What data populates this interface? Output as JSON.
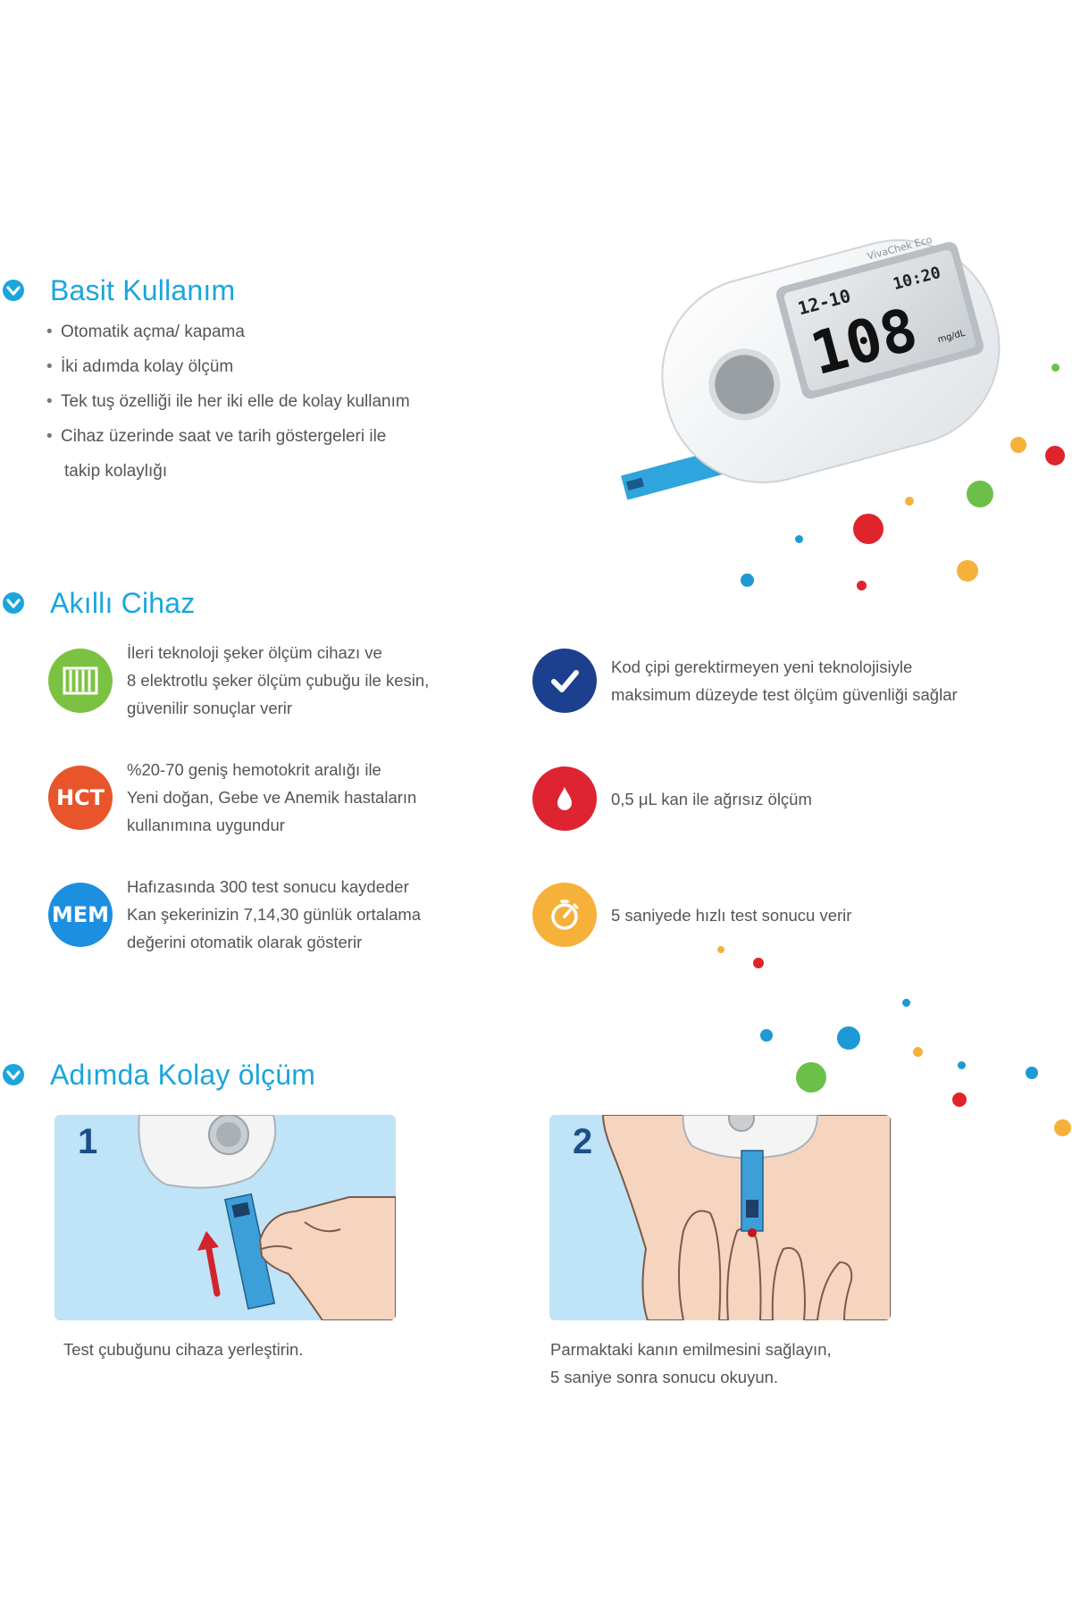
{
  "sections": {
    "basic": {
      "title": "Basit Kullanım",
      "bullets": [
        "Otomatik açma/ kapama",
        "İki adımda kolay ölçüm",
        "Tek tuş özelliği ile her iki elle de kolay kullanım",
        "Cihaz üzerinde saat ve tarih göstergeleri ile"
      ],
      "bullet_continuation": "takip kolaylığı"
    },
    "smart": {
      "title": "Akıllı Cihaz",
      "features": [
        {
          "icon": "strip-electrode-icon",
          "color": "#7cc242",
          "lines": [
            "İleri teknoloji şeker ölçüm cihazı ve",
            "8 elektrotlu şeker ölçüm çubuğu ile kesin,",
            "güvenilir sonuçlar verir"
          ]
        },
        {
          "icon": "checkmark-icon",
          "color": "#1c3f8e",
          "lines": [
            "Kod çipi gerektirmeyen yeni teknolojisiyle",
            "maksimum düzeyde test ölçüm güvenliği sağlar"
          ]
        },
        {
          "icon": "hct-badge-icon",
          "badge": "HCT",
          "color": "#e8552a",
          "lines": [
            "%20-70 geniş hemotokrit aralığı ile",
            "Yeni doğan, Gebe ve Anemik hastaların",
            "kullanımına uygundur"
          ]
        },
        {
          "icon": "blood-drop-icon",
          "color": "#dd2430",
          "lines": [
            "0,5 μL kan ile ağrısız ölçüm"
          ]
        },
        {
          "icon": "mem-badge-icon",
          "badge": "MEM",
          "color": "#1d8fe0",
          "lines": [
            "Hafızasında 300 test sonucu kaydeder",
            "Kan şekerinizin 7,14,30 günlük ortalama",
            "değerini otomatik olarak gösterir"
          ]
        },
        {
          "icon": "timer-icon",
          "color": "#f6b13a",
          "lines": [
            "5 saniyede hızlı test sonucu verir"
          ]
        }
      ]
    },
    "steps": {
      "title": "Adımda Kolay ölçüm",
      "items": [
        {
          "number": "1",
          "caption_lines": [
            "Test çubuğunu cihaza yerleştirin."
          ]
        },
        {
          "number": "2",
          "caption_lines": [
            "Parmaktaki kanın emilmesini sağlayın,",
            "5 saniye sonra sonucu okuyun."
          ]
        }
      ]
    }
  },
  "device": {
    "brand": "VivaChek Eco",
    "display_date": "12-10",
    "display_time": "10:20",
    "display_value": "108",
    "display_unit": "mg/dL"
  },
  "colors": {
    "accent": "#1aa6dc",
    "step_number": "#1b4f8a",
    "step_background": "#bfe3f7"
  }
}
